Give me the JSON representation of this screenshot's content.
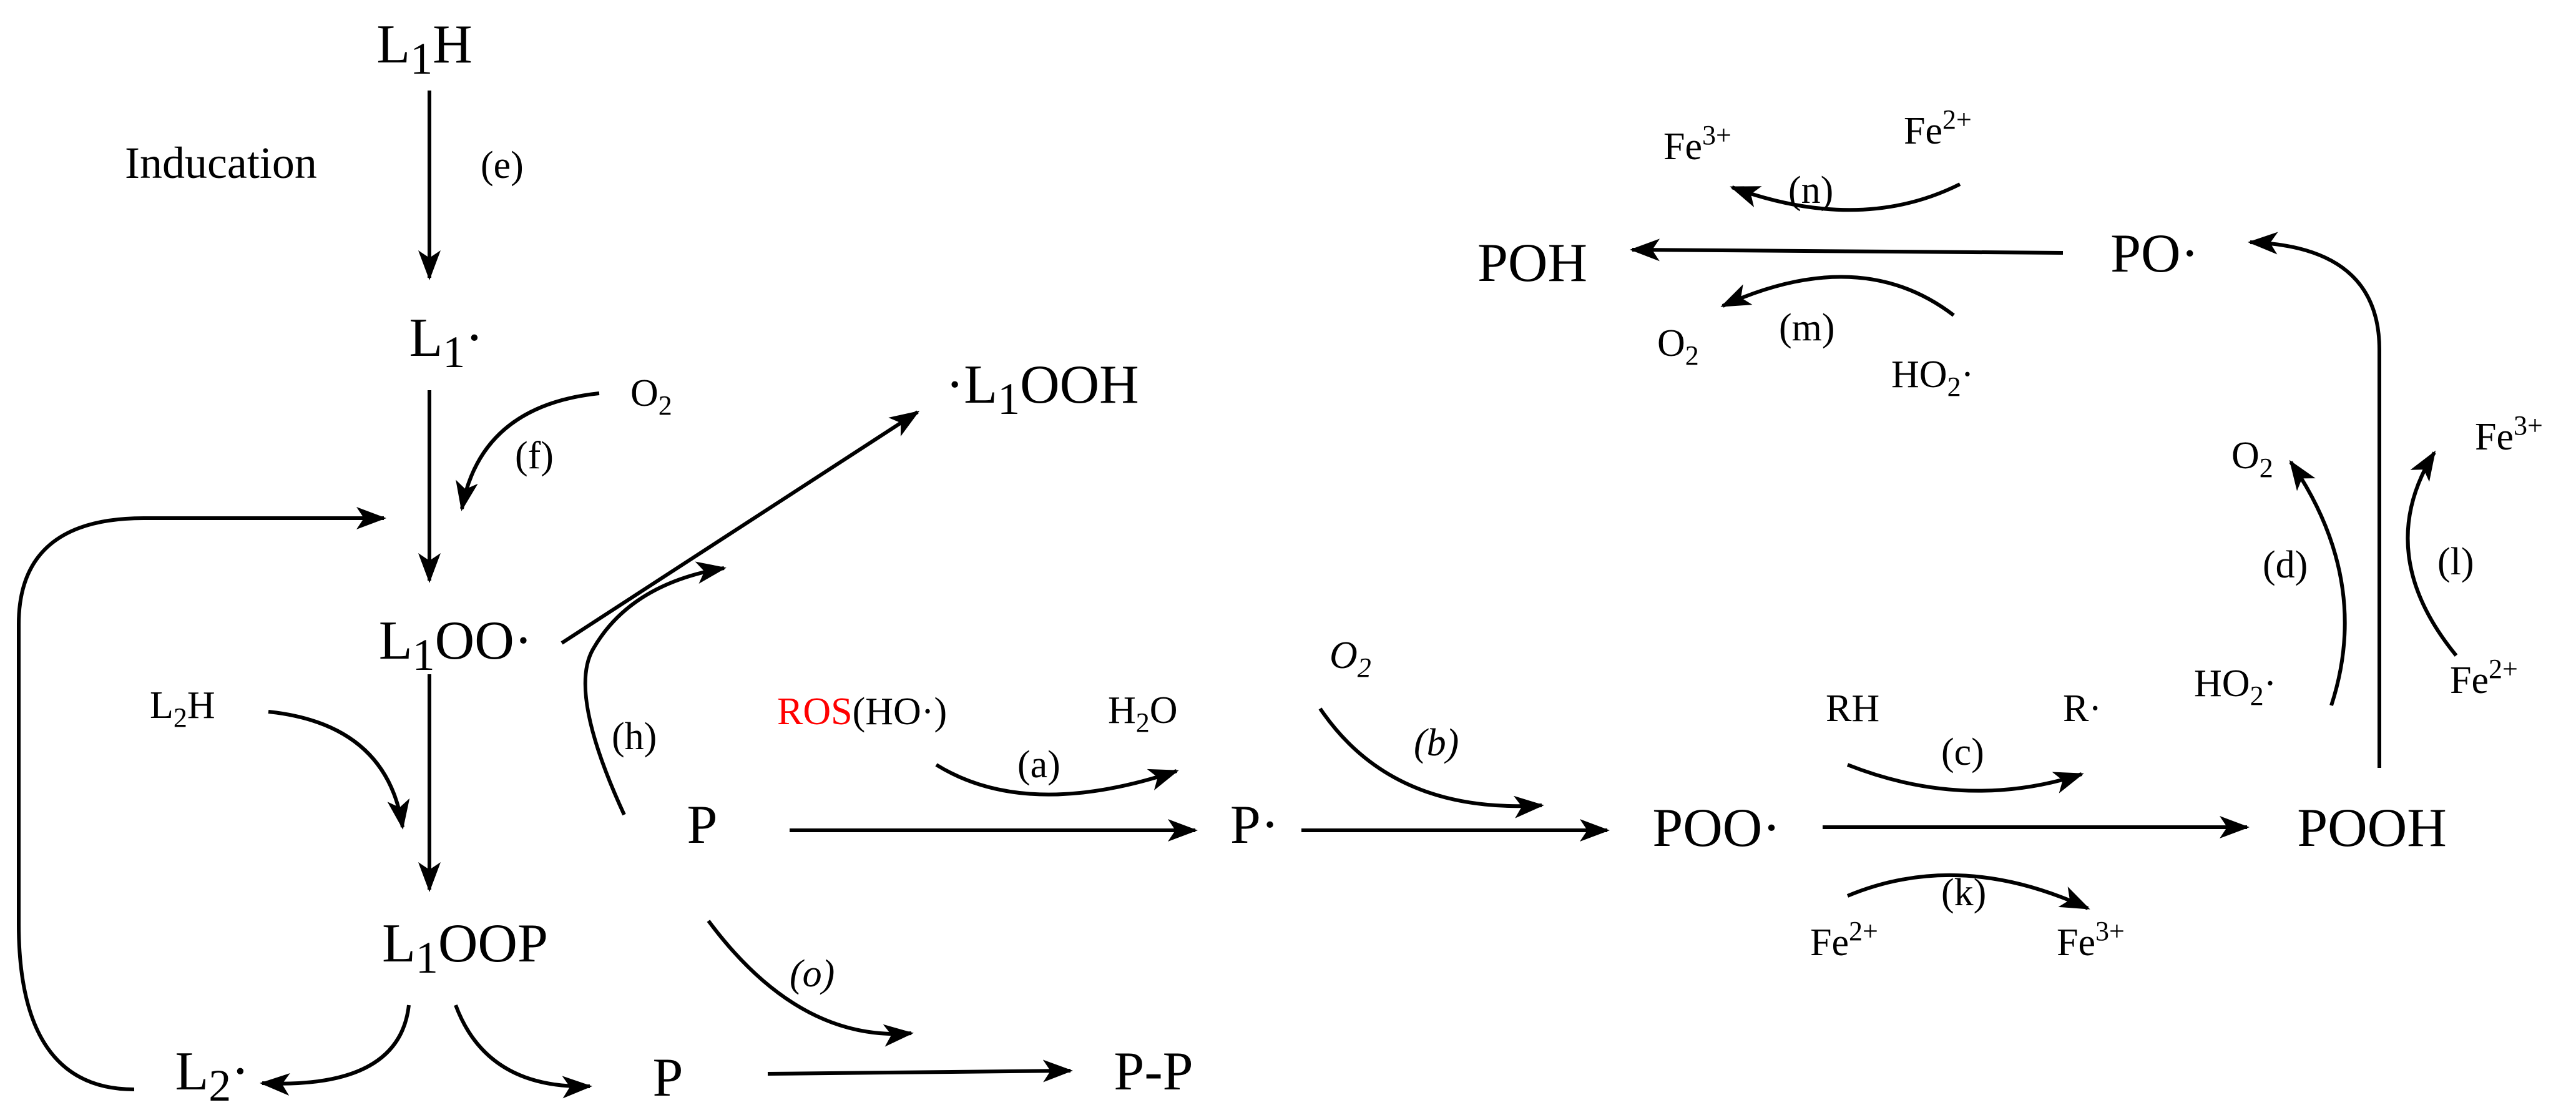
{
  "nodes": {
    "l1h": {
      "main": "L",
      "sub": "1",
      "tail": "H"
    },
    "l1r": {
      "main": "L",
      "sub": "1",
      "tail": "·"
    },
    "l1ooh": {
      "pre": "·L",
      "sub": "1",
      "tail": "OOH"
    },
    "l1oo": {
      "main": "L",
      "sub": "1",
      "tail": "OO·"
    },
    "l1oop": {
      "main": "L",
      "sub": "1",
      "tail": "OOP"
    },
    "l2r": {
      "main": "L",
      "sub": "2",
      "tail": "·"
    },
    "p1": "P",
    "p2": "P",
    "pr": "P·",
    "poo": "POO·",
    "pooh": "POOH",
    "po": "PO·",
    "poh": "POH",
    "pp": "P-P"
  },
  "species": {
    "o2_f": {
      "main": "O",
      "sub": "2"
    },
    "l2h": {
      "main": "L",
      "sub": "2",
      "tail": "H"
    },
    "ros_red": "ROS",
    "ros_rest": "(HO·)",
    "h2o": {
      "main": "H",
      "sub": "2",
      "tail": "O"
    },
    "o2_b": {
      "main": "O",
      "sub": "2"
    },
    "rh": "RH",
    "r": "R·",
    "fe2_k": {
      "main": "Fe",
      "sup": "2+"
    },
    "fe3_k": {
      "main": "Fe",
      "sup": "3+"
    },
    "o2_d": {
      "main": "O",
      "sub": "2"
    },
    "ho2_d": {
      "main": "HO",
      "sub": "2",
      "tail": "·"
    },
    "fe3_l": {
      "main": "Fe",
      "sup": "3+"
    },
    "fe2_l": {
      "main": "Fe",
      "sup": "2+"
    },
    "fe3_n": {
      "main": "Fe",
      "sup": "3+"
    },
    "fe2_n": {
      "main": "Fe",
      "sup": "2+"
    },
    "o2_m": {
      "main": "O",
      "sub": "2"
    },
    "ho2_m": {
      "main": "HO",
      "sub": "2",
      "tail": "·"
    }
  },
  "annotations": {
    "induction": "Inducation"
  },
  "steps": {
    "a": "(a)",
    "b": "(b)",
    "c": "(c)",
    "d": "(d)",
    "e": "(e)",
    "f": "(f)",
    "h": "(h)",
    "k": "(k)",
    "l": "(l)",
    "m": "(m)",
    "n": "(n)",
    "o": "(o)"
  },
  "colors": {
    "ros": "#ff0000",
    "ink": "#000000"
  }
}
